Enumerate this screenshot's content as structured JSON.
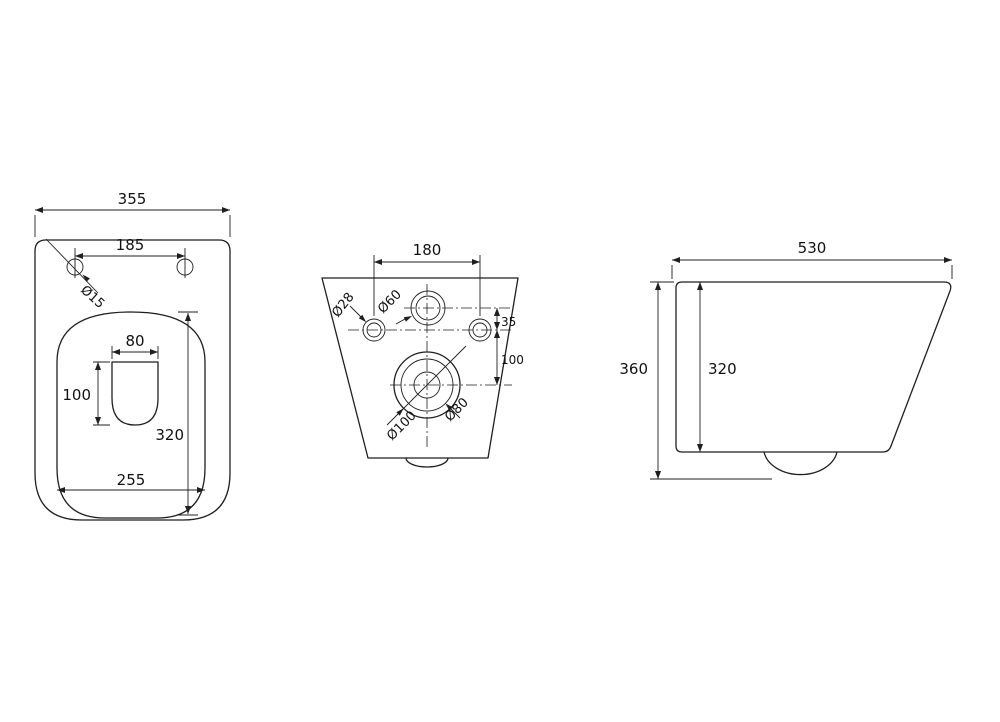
{
  "drawing": {
    "top_view": {
      "overall_width": "355",
      "hole_spacing": "185",
      "hole_diameter": "Ø15",
      "spot_width": "80",
      "spot_depth": "100",
      "bowl_depth": "320",
      "bowl_width": "255"
    },
    "rear_view": {
      "hole_spacing": "180",
      "fixing_hole_diameter": "Ø28",
      "inlet_diameter": "Ø60",
      "inlet_offset": "35",
      "outlet_offset": "100",
      "outlet_inner_diameter": "Ø80",
      "outlet_diameter": "Ø100"
    },
    "side_view": {
      "overall_depth": "530",
      "overall_height": "360",
      "body_height": "320"
    }
  }
}
